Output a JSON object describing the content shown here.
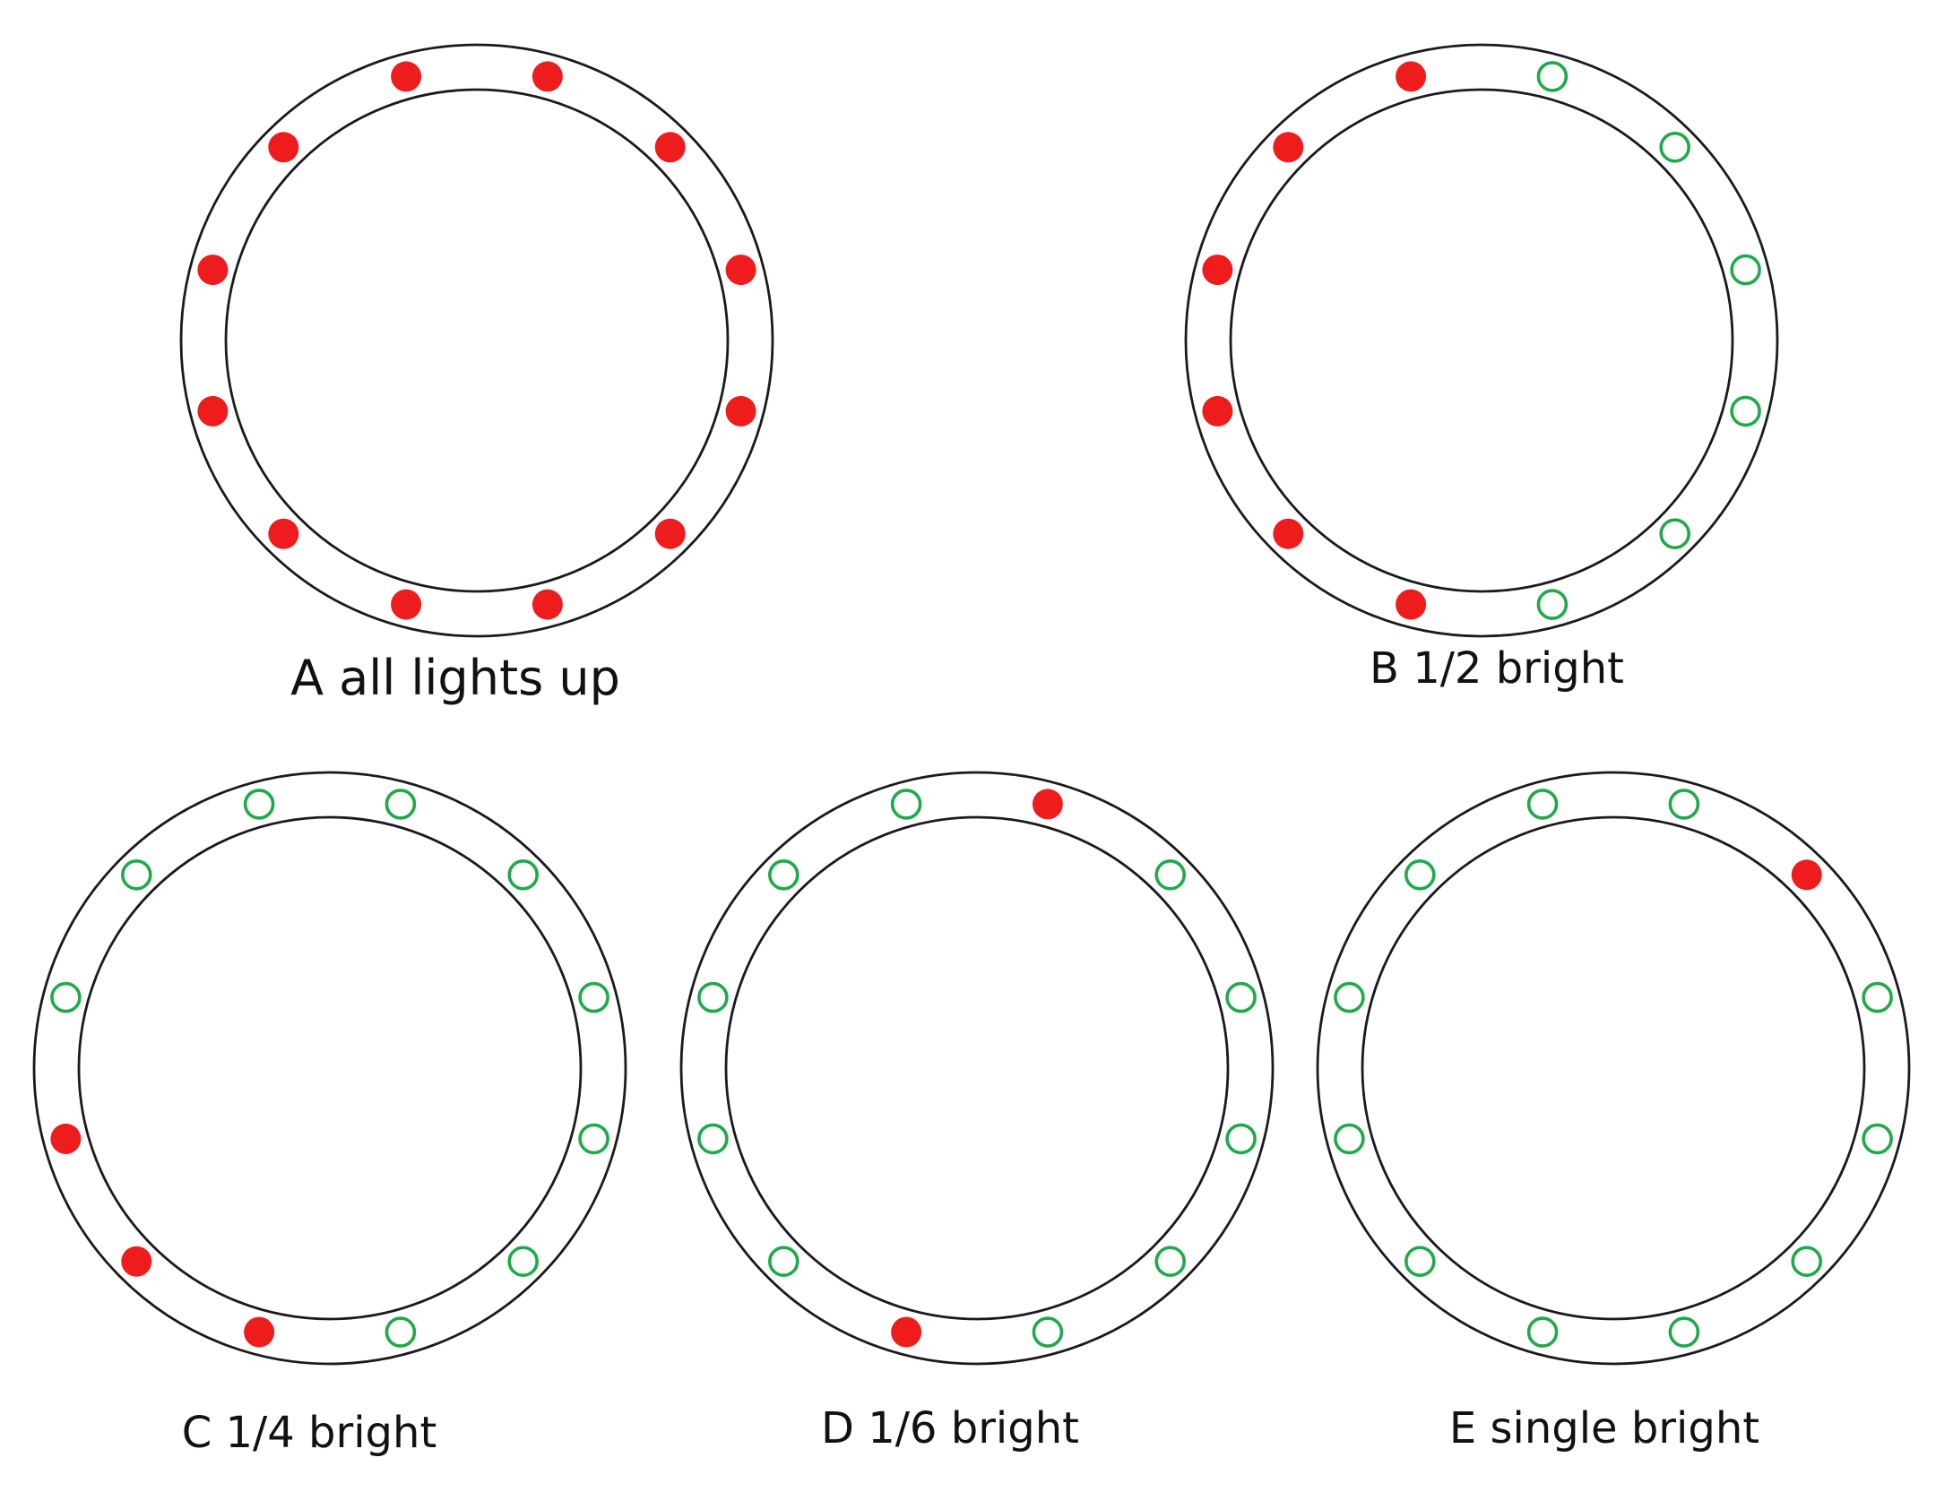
{
  "colors": {
    "on": "#ee1c1c",
    "off": "#1faa4a",
    "ring": "#1a1a1a",
    "text": "#111111"
  },
  "led_count": 12,
  "rings": [
    {
      "id": "a",
      "caption": "A all lights up",
      "leds": [
        "on",
        "on",
        "on",
        "on",
        "on",
        "on",
        "on",
        "on",
        "on",
        "on",
        "on",
        "on"
      ]
    },
    {
      "id": "b",
      "caption": "B 1/2 bright",
      "leds": [
        "off",
        "off",
        "off",
        "off",
        "off",
        "off",
        "on",
        "on",
        "on",
        "on",
        "on",
        "on"
      ]
    },
    {
      "id": "c",
      "caption": "C 1/4 bright",
      "leds": [
        "off",
        "off",
        "off",
        "off",
        "off",
        "off",
        "on",
        "on",
        "on",
        "off",
        "off",
        "off"
      ]
    },
    {
      "id": "d",
      "caption": "D 1/6 bright",
      "leds": [
        "on",
        "off",
        "off",
        "off",
        "off",
        "off",
        "on",
        "off",
        "off",
        "off",
        "off",
        "off"
      ]
    },
    {
      "id": "e",
      "caption": "E single bright",
      "leds": [
        "off",
        "on",
        "off",
        "off",
        "off",
        "off",
        "off",
        "off",
        "off",
        "off",
        "off",
        "off"
      ]
    }
  ]
}
